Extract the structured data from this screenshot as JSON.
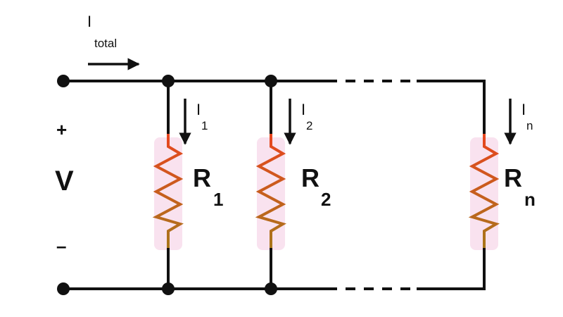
{
  "circuit": {
    "current_total": {
      "symbol": "I",
      "subscript": "total"
    },
    "source": {
      "plus": "+",
      "label": "V",
      "minus": "–"
    },
    "branches": [
      {
        "resistor": "R",
        "resistor_sub": "1",
        "current": "I",
        "current_sub": "1"
      },
      {
        "resistor": "R",
        "resistor_sub": "2",
        "current": "I",
        "current_sub": "2"
      },
      {
        "resistor": "R",
        "resistor_sub": "n",
        "current": "I",
        "current_sub": "n"
      }
    ]
  },
  "colors": {
    "wire": "#111111",
    "resistor_top": "#e8451f",
    "resistor_bottom": "#a8761b",
    "resistor_glow": "#f7d6ea"
  }
}
